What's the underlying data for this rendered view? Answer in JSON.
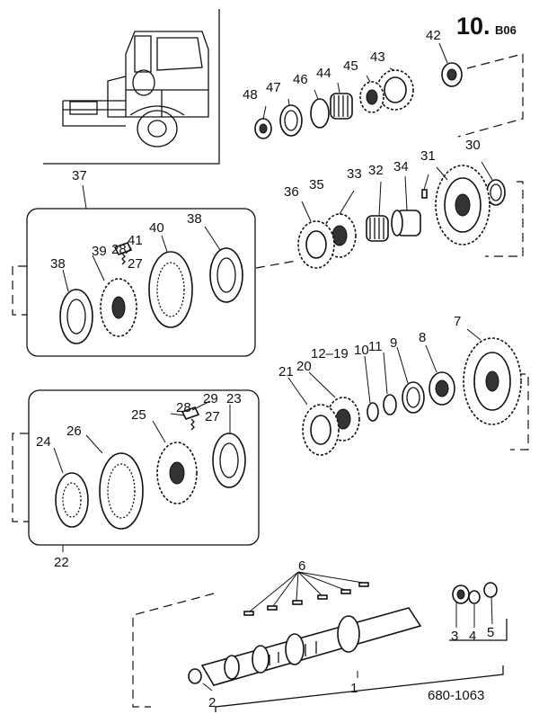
{
  "header": {
    "number": "10.",
    "suffix": "B06"
  },
  "reference": "680-1063",
  "parts": {
    "p1": "1",
    "p2": "2",
    "p3": "3",
    "p4": "4",
    "p5": "5",
    "p6": "6",
    "p7": "7",
    "p8": "8",
    "p9": "9",
    "p10": "10",
    "p11": "11",
    "p12_19": "12–19",
    "p20": "20",
    "p21": "21",
    "p22": "22",
    "p23": "23",
    "p24": "24",
    "p25": "25",
    "p26": "26",
    "p27a": "27",
    "p27b": "27",
    "p28a": "28",
    "p28b": "28",
    "p29": "29",
    "p30": "30",
    "p31": "31",
    "p32": "32",
    "p33": "33",
    "p34": "34",
    "p35": "35",
    "p36": "36",
    "p37": "37",
    "p38a": "38",
    "p38b": "38",
    "p39": "39",
    "p40": "40",
    "p41": "41",
    "p42": "42",
    "p43": "43",
    "p44": "44",
    "p45": "45",
    "p46": "46",
    "p47": "47",
    "p48": "48"
  }
}
